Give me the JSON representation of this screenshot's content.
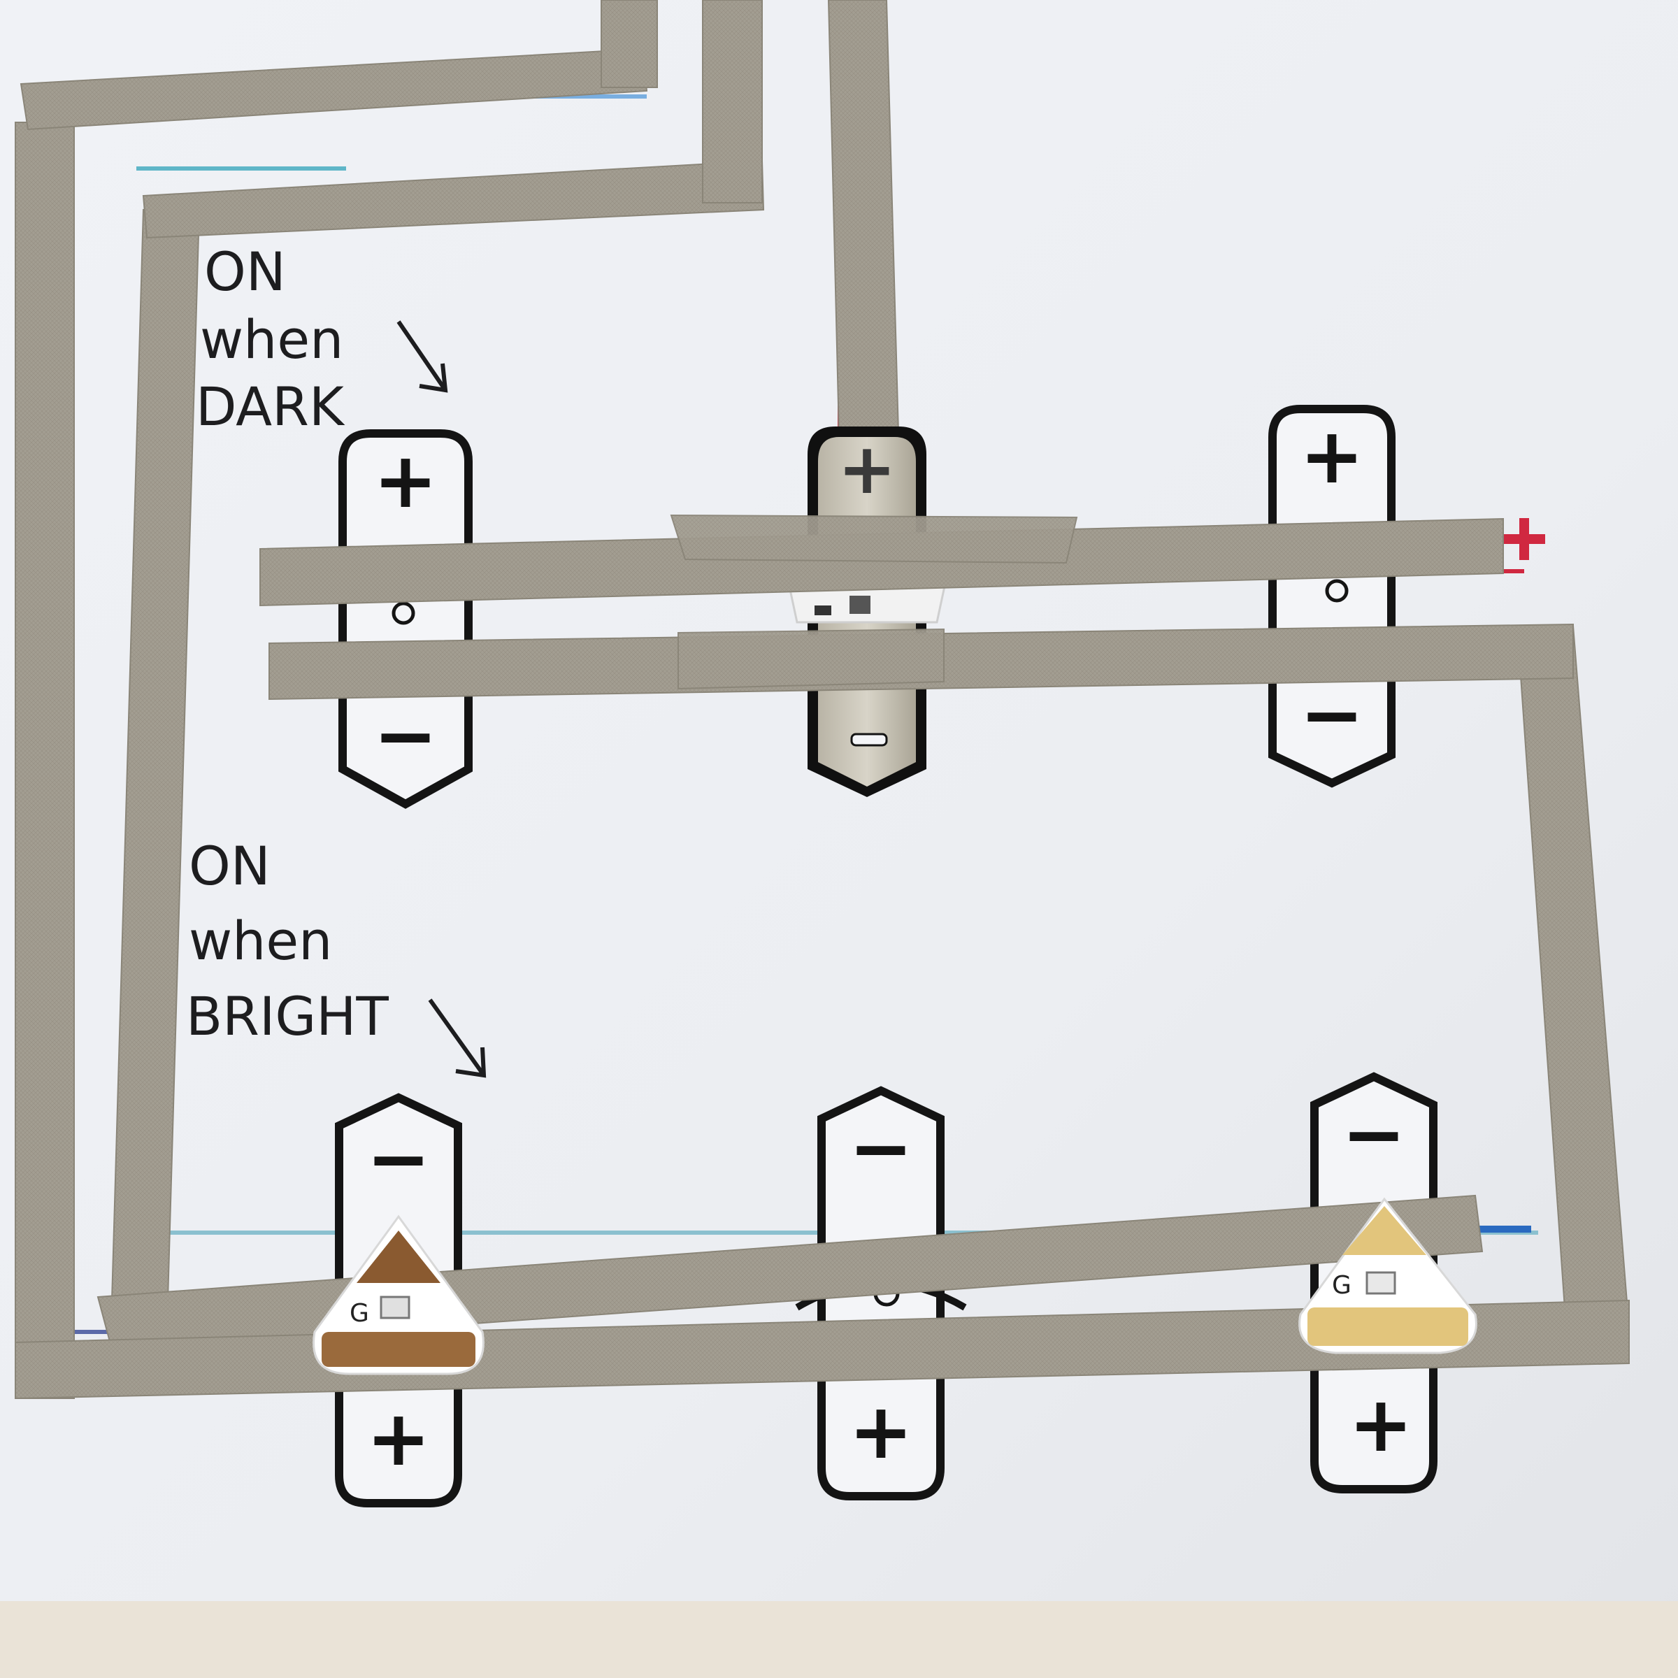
{
  "labels": {
    "dark": [
      "ON",
      "when",
      "DARK"
    ],
    "bright": [
      "ON",
      "when",
      "BRIGHT"
    ]
  },
  "pads": {
    "plus": "+",
    "minus": "−",
    "power_plus": "+",
    "led_ground": "G"
  },
  "colors": {
    "paper": "#eef0f4",
    "tape": "#a39e92",
    "ink": "#141414",
    "power_positive": "#d02840",
    "power_negative": "#2a6ac0",
    "led_bronze": "#8a5a30",
    "led_gold": "#e2c57c"
  }
}
